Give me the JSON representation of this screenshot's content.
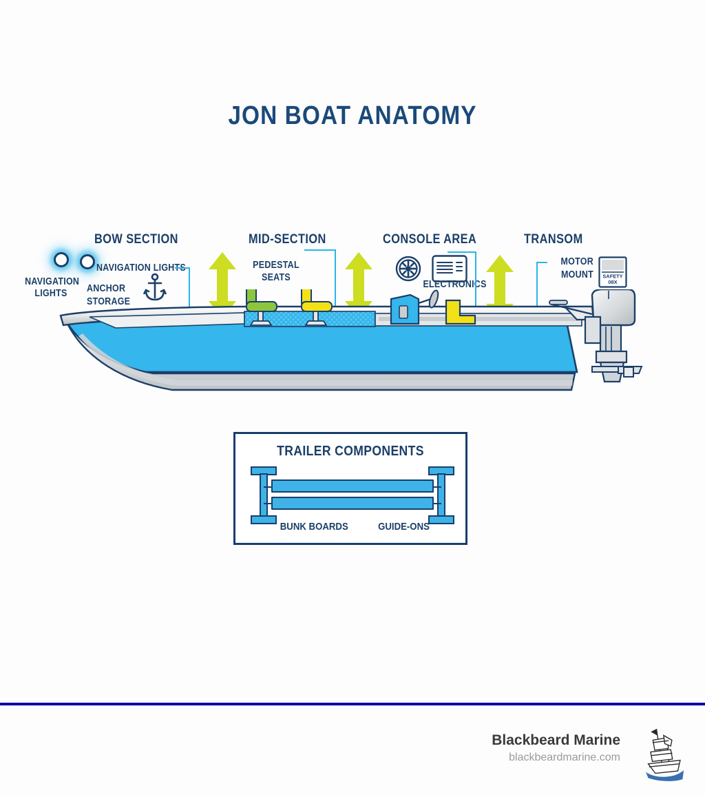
{
  "page": {
    "title": "JON BOAT ANATOMY",
    "background_color": "#fdfdfd",
    "accent_navy": "#1b3f68",
    "accent_cyan": "#29b4eb",
    "accent_lime": "#ccdd22",
    "accent_blue": "#0b0ba0"
  },
  "sections": [
    {
      "id": "bow",
      "label": "BOW SECTION"
    },
    {
      "id": "mid",
      "label": "MID-SECTION"
    },
    {
      "id": "console",
      "label": "CONSOLE AREA"
    },
    {
      "id": "transom",
      "label": "TRANSOM"
    }
  ],
  "callouts": {
    "nav_lights_left": "NAVIGATION\nLIGHTS",
    "nav_lights_left_line1": "NAVIGATION",
    "nav_lights_left_line2": "LIGHTS",
    "nav_lights_deck": "NAVIGATION LIGHTS",
    "anchor_storage_line1": "ANCHOR",
    "anchor_storage_line2": "STORAGE",
    "pedestal_seats_line1": "PEDESTAL",
    "pedestal_seats_line2": "SEATS",
    "electronics": "ELECTRONICS",
    "motor_mount_line1": "MOTOR",
    "motor_mount_line2": "MOUNT",
    "transom_badge_line1": "SAFETY",
    "transom_badge_line2": "08X"
  },
  "icons": {
    "anchor": "anchor-icon",
    "steering_wheel": "steering-wheel-icon",
    "electronics_display": "electronics-display-icon",
    "nav_light": "navigation-light-icon",
    "transom_plate": "transom-plate-icon",
    "ship_logo": "pirate-ship-logo"
  },
  "trailer": {
    "title": "TRAILER COMPONENTS",
    "bunk_boards_label": "BUNK BOARDS",
    "guide_ons_label": "GUIDE-ONS"
  },
  "footer": {
    "brand": "Blackbeard Marine",
    "url": "blackbeardmarine.com"
  }
}
